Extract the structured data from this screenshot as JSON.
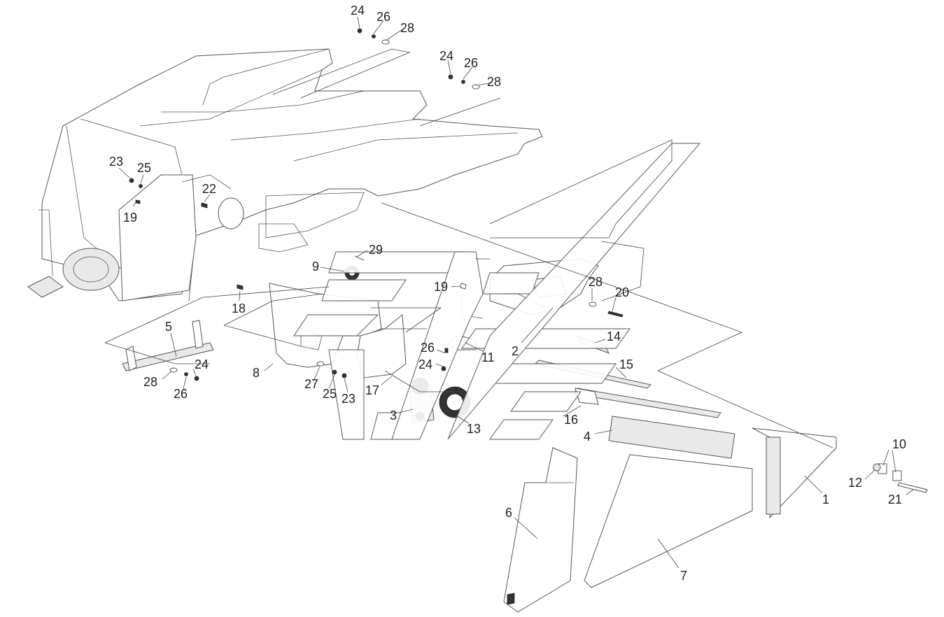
{
  "diagram": {
    "labels": [
      "24",
      "26",
      "28",
      "24",
      "26",
      "28",
      "23",
      "25",
      "22",
      "19",
      "29",
      "9",
      "19",
      "28",
      "20",
      "18",
      "5",
      "14",
      "2",
      "11",
      "26",
      "15",
      "24",
      "28",
      "26",
      "8",
      "27",
      "25",
      "23",
      "24",
      "17",
      "16",
      "3",
      "13",
      "4",
      "10",
      "12",
      "1",
      "21",
      "6",
      "7"
    ],
    "colors": {
      "line": "#555555",
      "text": "#222222",
      "background": "#ffffff"
    }
  }
}
